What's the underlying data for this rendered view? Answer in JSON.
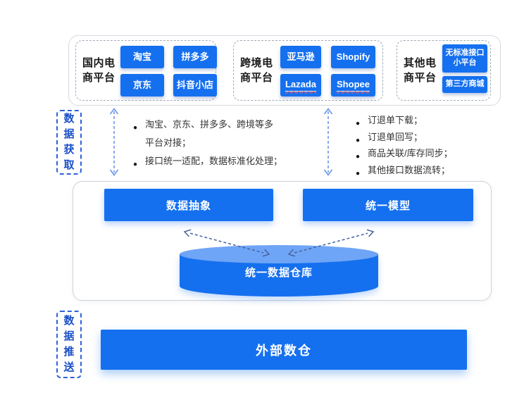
{
  "top": {
    "groups": [
      {
        "label": "国内电商平台",
        "items": [
          "淘宝",
          "拼多多",
          "京东",
          "抖音小店"
        ]
      },
      {
        "label": "跨境电商平台",
        "items": [
          "亚马逊",
          "Shopify",
          "Lazada",
          "Shopee"
        ]
      },
      {
        "label": "其他电商平台",
        "items": [
          "无标准接口小平台",
          "第三方商城"
        ]
      }
    ]
  },
  "side": {
    "acquire": "数据获取",
    "push": "数据推送"
  },
  "notes": {
    "bullet": "●",
    "left": [
      "淘宝、京东、拼多多、跨境等多\n平台对接；",
      "接口统一适配，数据标准化处理；"
    ],
    "right": [
      "订退单下载；",
      "订退单回写；",
      "商品关联/库存同步；",
      "其他接口数据流转；"
    ]
  },
  "middle": {
    "abstract": "数据抽象",
    "model": "统一模型",
    "warehouse": "统一数据仓库"
  },
  "bottom": {
    "external": "外部数仓"
  },
  "colors": {
    "primary_blue": "#1570EF",
    "cylinder_top_blue": "#6FA5F6",
    "side_label_blue": "#1A4FC7",
    "arrow_light_blue": "#6C95EA",
    "arrow_dark_blue": "#44619E"
  }
}
